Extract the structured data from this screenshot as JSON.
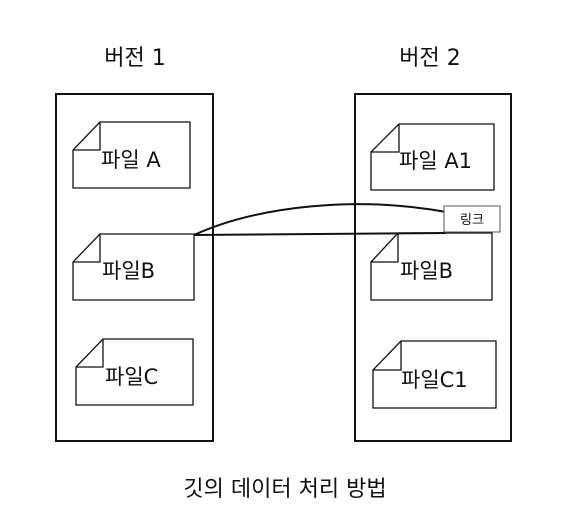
{
  "version1": {
    "heading": "버전 1",
    "files": [
      "파일 A",
      "파일B",
      "파일C"
    ]
  },
  "version2": {
    "heading": "버전 2",
    "files": [
      "파일 A1",
      "파일B",
      "파일C1"
    ]
  },
  "link_label": "링크",
  "caption": "깃의 데이터 처리 방법"
}
